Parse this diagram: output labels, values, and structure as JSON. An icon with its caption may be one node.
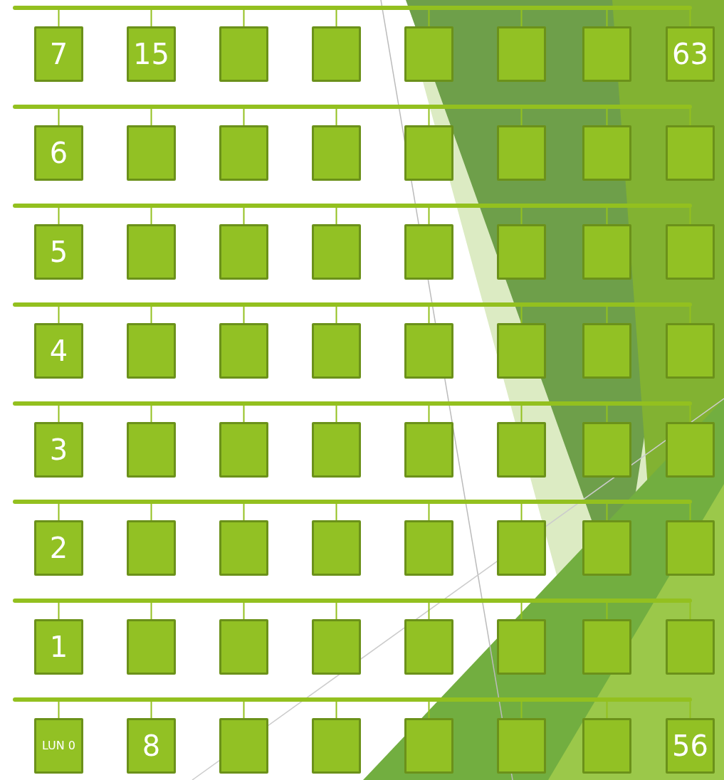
{
  "diagram": {
    "nodes": [
      {
        "text": [],
        "shape": "bar"
      },
      {
        "text": [
          "7"
        ]
      },
      {
        "text": [
          "15"
        ]
      },
      {
        "text": [],
        "shape": "box"
      },
      {
        "text": [],
        "shape": "box"
      },
      {
        "text": [],
        "shape": "box"
      },
      {
        "text": [],
        "shape": "box"
      },
      {
        "text": [],
        "shape": "box"
      },
      {
        "text": [
          "63"
        ]
      },
      {
        "text": [],
        "shape": "bar"
      },
      {
        "text": [
          "6"
        ]
      },
      {
        "text": [],
        "shape": "box"
      },
      {
        "text": [],
        "shape": "box"
      },
      {
        "text": [],
        "shape": "box"
      },
      {
        "text": [],
        "shape": "box"
      },
      {
        "text": [],
        "shape": "box"
      },
      {
        "text": [],
        "shape": "box"
      },
      {
        "text": [],
        "shape": "box"
      },
      {
        "text": [],
        "shape": "bar"
      },
      {
        "text": [
          "5"
        ]
      },
      {
        "text": [],
        "shape": "box"
      },
      {
        "text": [],
        "shape": "box"
      },
      {
        "text": [],
        "shape": "box"
      },
      {
        "text": [],
        "shape": "box"
      },
      {
        "text": [],
        "shape": "box"
      },
      {
        "text": [],
        "shape": "box"
      },
      {
        "text": [],
        "shape": "box"
      },
      {
        "text": [],
        "shape": "bar"
      },
      {
        "text": [
          "4"
        ]
      },
      {
        "text": [],
        "shape": "box"
      },
      {
        "text": [],
        "shape": "box"
      },
      {
        "text": [],
        "shape": "box"
      },
      {
        "text": [],
        "shape": "box"
      },
      {
        "text": [],
        "shape": "box"
      },
      {
        "text": [],
        "shape": "box"
      },
      {
        "text": [],
        "shape": "box"
      },
      {
        "text": [],
        "shape": "bar"
      },
      {
        "text": [
          "3"
        ]
      },
      {
        "text": [],
        "shape": "box"
      },
      {
        "text": [],
        "shape": "box"
      },
      {
        "text": [],
        "shape": "box"
      },
      {
        "text": [],
        "shape": "box"
      },
      {
        "text": [],
        "shape": "box"
      },
      {
        "text": [],
        "shape": "box"
      },
      {
        "text": [],
        "shape": "box"
      },
      {
        "text": [],
        "shape": "bar"
      },
      {
        "text": [
          "2"
        ]
      },
      {
        "text": [],
        "shape": "box"
      },
      {
        "text": [],
        "shape": "box"
      },
      {
        "text": [],
        "shape": "box"
      },
      {
        "text": [],
        "shape": "box"
      },
      {
        "text": [],
        "shape": "box"
      },
      {
        "text": [],
        "shape": "box"
      },
      {
        "text": [],
        "shape": "box"
      },
      {
        "text": [],
        "shape": "bar"
      },
      {
        "text": [
          "1"
        ]
      },
      {
        "text": [],
        "shape": "box"
      },
      {
        "text": [],
        "shape": "box"
      },
      {
        "text": [],
        "shape": "box"
      },
      {
        "text": [],
        "shape": "box"
      },
      {
        "text": [],
        "shape": "box"
      },
      {
        "text": [],
        "shape": "box"
      },
      {
        "text": [],
        "shape": "box"
      },
      {
        "text": [],
        "shape": "bar"
      },
      {
        "text": [
          "LUN 0"
        ]
      },
      {
        "text": [
          "8"
        ]
      },
      {
        "text": [],
        "shape": "box"
      },
      {
        "text": [],
        "shape": "box"
      },
      {
        "text": [],
        "shape": "box"
      },
      {
        "text": [],
        "shape": "box"
      },
      {
        "text": [],
        "shape": "box"
      },
      {
        "text": [
          "56"
        ]
      }
    ],
    "edges": [
      {
        "from": 0,
        "to": 1,
        "arrow": "none"
      },
      {
        "from": 0,
        "to": 2,
        "arrow": "none"
      },
      {
        "from": 0,
        "to": 3,
        "arrow": "none"
      },
      {
        "from": 0,
        "to": 4,
        "arrow": "none"
      },
      {
        "from": 0,
        "to": 5,
        "arrow": "none"
      },
      {
        "from": 0,
        "to": 6,
        "arrow": "none"
      },
      {
        "from": 0,
        "to": 7,
        "arrow": "none"
      },
      {
        "from": 0,
        "to": 8,
        "arrow": "none"
      },
      {
        "from": 9,
        "to": 10,
        "arrow": "none"
      },
      {
        "from": 9,
        "to": 11,
        "arrow": "none"
      },
      {
        "from": 9,
        "to": 12,
        "arrow": "none"
      },
      {
        "from": 9,
        "to": 13,
        "arrow": "none"
      },
      {
        "from": 9,
        "to": 14,
        "arrow": "none"
      },
      {
        "from": 9,
        "to": 15,
        "arrow": "none"
      },
      {
        "from": 9,
        "to": 16,
        "arrow": "none"
      },
      {
        "from": 9,
        "to": 17,
        "arrow": "none"
      },
      {
        "from": 18,
        "to": 19,
        "arrow": "none"
      },
      {
        "from": 18,
        "to": 20,
        "arrow": "none"
      },
      {
        "from": 18,
        "to": 21,
        "arrow": "none"
      },
      {
        "from": 18,
        "to": 22,
        "arrow": "none"
      },
      {
        "from": 18,
        "to": 23,
        "arrow": "none"
      },
      {
        "from": 18,
        "to": 24,
        "arrow": "none"
      },
      {
        "from": 18,
        "to": 25,
        "arrow": "none"
      },
      {
        "from": 18,
        "to": 26,
        "arrow": "none"
      },
      {
        "from": 27,
        "to": 28,
        "arrow": "none"
      },
      {
        "from": 27,
        "to": 29,
        "arrow": "none"
      },
      {
        "from": 27,
        "to": 30,
        "arrow": "none"
      },
      {
        "from": 27,
        "to": 31,
        "arrow": "none"
      },
      {
        "from": 27,
        "to": 32,
        "arrow": "none"
      },
      {
        "from": 27,
        "to": 33,
        "arrow": "none"
      },
      {
        "from": 27,
        "to": 34,
        "arrow": "none"
      },
      {
        "from": 27,
        "to": 35,
        "arrow": "none"
      },
      {
        "from": 36,
        "to": 37,
        "arrow": "none"
      },
      {
        "from": 36,
        "to": 38,
        "arrow": "none"
      },
      {
        "from": 36,
        "to": 39,
        "arrow": "none"
      },
      {
        "from": 36,
        "to": 40,
        "arrow": "none"
      },
      {
        "from": 36,
        "to": 41,
        "arrow": "none"
      },
      {
        "from": 36,
        "to": 42,
        "arrow": "none"
      },
      {
        "from": 36,
        "to": 43,
        "arrow": "none"
      },
      {
        "from": 36,
        "to": 44,
        "arrow": "none"
      },
      {
        "from": 45,
        "to": 46,
        "arrow": "none"
      },
      {
        "from": 45,
        "to": 47,
        "arrow": "none"
      },
      {
        "from": 45,
        "to": 48,
        "arrow": "none"
      },
      {
        "from": 45,
        "to": 49,
        "arrow": "none"
      },
      {
        "from": 45,
        "to": 50,
        "arrow": "none"
      },
      {
        "from": 45,
        "to": 51,
        "arrow": "none"
      },
      {
        "from": 45,
        "to": 52,
        "arrow": "none"
      },
      {
        "from": 45,
        "to": 53,
        "arrow": "none"
      },
      {
        "from": 54,
        "to": 55,
        "arrow": "none"
      },
      {
        "from": 54,
        "to": 56,
        "arrow": "none"
      },
      {
        "from": 54,
        "to": 57,
        "arrow": "none"
      },
      {
        "from": 54,
        "to": 58,
        "arrow": "none"
      },
      {
        "from": 54,
        "to": 59,
        "arrow": "none"
      },
      {
        "from": 54,
        "to": 60,
        "arrow": "none"
      },
      {
        "from": 54,
        "to": 61,
        "arrow": "none"
      },
      {
        "from": 54,
        "to": 62,
        "arrow": "none"
      },
      {
        "from": 63,
        "to": 64,
        "arrow": "none"
      },
      {
        "from": 63,
        "to": 65,
        "arrow": "none"
      },
      {
        "from": 63,
        "to": 66,
        "arrow": "none"
      },
      {
        "from": 63,
        "to": 67,
        "arrow": "none"
      },
      {
        "from": 63,
        "to": 68,
        "arrow": "none"
      },
      {
        "from": 63,
        "to": 69,
        "arrow": "none"
      },
      {
        "from": 63,
        "to": 70,
        "arrow": "none"
      },
      {
        "from": 63,
        "to": 71,
        "arrow": "none"
      }
    ]
  }
}
